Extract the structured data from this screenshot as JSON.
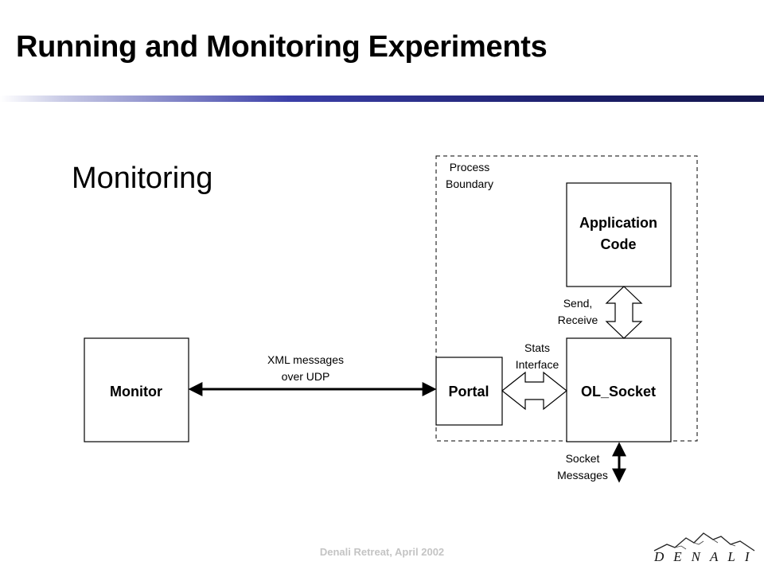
{
  "slide": {
    "title": "Running and Monitoring Experiments",
    "footer": "Denali Retreat, April  2002",
    "logo_text": "DENALI"
  },
  "diagram": {
    "heading": "Monitoring",
    "process_boundary": [
      "Process",
      "Boundary"
    ],
    "monitor": "Monitor",
    "portal": "Portal",
    "ol_socket": "OL_Socket",
    "application_code": [
      "Application",
      "Code"
    ],
    "xml_messages": [
      "XML messages",
      "over UDP"
    ],
    "stats_interface": [
      "Stats",
      "Interface"
    ],
    "send_receive": [
      "Send,",
      "Receive"
    ],
    "socket_messages": [
      "Socket",
      "Messages"
    ]
  },
  "colors": {
    "rule_dark": "#14164d",
    "rule_mid": "#3b3fa8",
    "footer_text": "#c4c4c4"
  }
}
